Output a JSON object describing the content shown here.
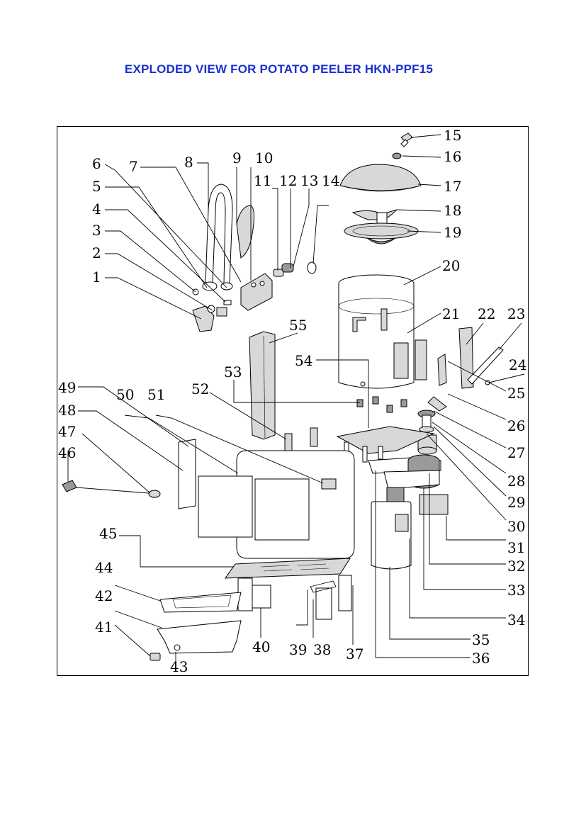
{
  "title": {
    "main": "EXPLODED VIEW FOR POTATO PEELER",
    "model": "HKN-PPF15"
  },
  "part_labels": {
    "p1": "1",
    "p2": "2",
    "p3": "3",
    "p4": "4",
    "p5": "5",
    "p6": "6",
    "p7": "7",
    "p8": "8",
    "p9": "9",
    "p10": "10",
    "p11": "11",
    "p12": "12",
    "p13": "13",
    "p14": "14",
    "p15": "15",
    "p16": "16",
    "p17": "17",
    "p18": "18",
    "p19": "19",
    "p20": "20",
    "p21": "21",
    "p22": "22",
    "p23": "23",
    "p24": "24",
    "p25": "25",
    "p26": "26",
    "p27": "27",
    "p28": "28",
    "p29": "29",
    "p30": "30",
    "p31": "31",
    "p32": "32",
    "p33": "33",
    "p34": "34",
    "p35": "35",
    "p36": "36",
    "p37": "37",
    "p38": "38",
    "p39": "39",
    "p40": "40",
    "p41": "41",
    "p42": "42",
    "p43": "43",
    "p44": "44",
    "p45": "45",
    "p46": "46",
    "p47": "47",
    "p48": "48",
    "p49": "49",
    "p50": "50",
    "p51": "51",
    "p52": "52",
    "p53": "53",
    "p54": "54",
    "p55": "55"
  }
}
